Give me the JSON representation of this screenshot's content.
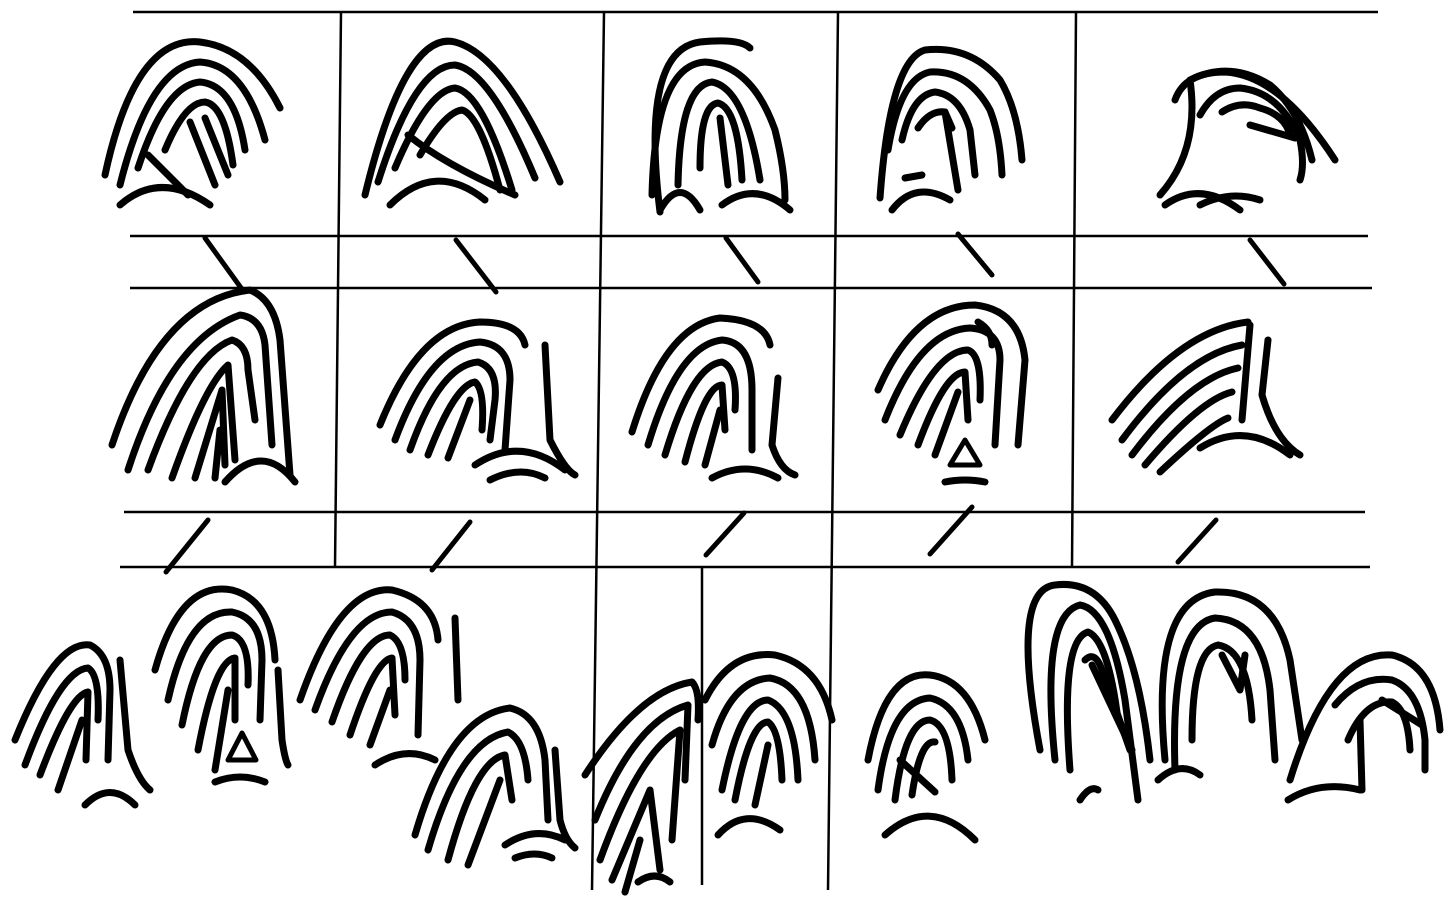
{
  "figure": {
    "kind": "fingerprint ridge pattern chart",
    "rows": 3,
    "panels_per_row": [
      5,
      5,
      10
    ],
    "ink_color": "#000000",
    "background_color": "#ffffff",
    "caption": ""
  }
}
